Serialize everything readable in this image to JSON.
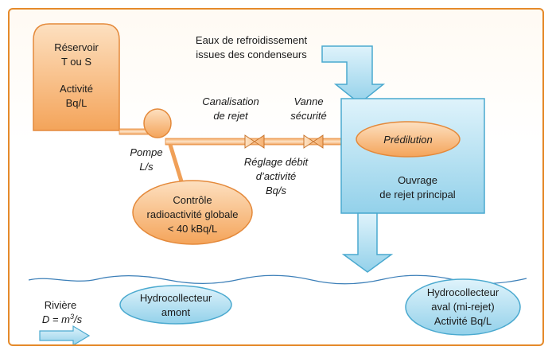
{
  "diagram": {
    "reservoir": {
      "line1": "Réservoir",
      "line2": "T ou S",
      "line3": "Activité",
      "line4": "Bq/L"
    },
    "cooling_water": {
      "line1": "Eaux de refroidissement",
      "line2": "issues des condenseurs"
    },
    "canalisation": {
      "line1": "Canalisation",
      "line2": "de rejet"
    },
    "vanne": {
      "line1": "Vanne",
      "line2": "sécurité"
    },
    "predilution": "Prédilution",
    "ouvrage": {
      "line1": "Ouvrage",
      "line2": "de rejet principal"
    },
    "pompe": {
      "line1": "Pompe",
      "line2": "L/s"
    },
    "reglage": {
      "line1": "Réglage débit",
      "line2": "d’activité",
      "line3": "Bq/s"
    },
    "controle": {
      "line1": "Contrôle",
      "line2": "radioactivité globale",
      "line3": "< 40 kBq/L"
    },
    "hydro_amont": {
      "line1": "Hydrocollecteur",
      "line2": "amont"
    },
    "hydro_aval": {
      "line1": "Hydrocollecteur",
      "line2": "aval (mi-rejet)",
      "line3": "Activité  Bq/L"
    },
    "riviere": {
      "line1": "Rivière",
      "line2_prefix": "D = m",
      "line2_sup": "3",
      "line2_suffix": "/s"
    }
  },
  "colors": {
    "frame_border": "#e58a2a",
    "orange_fill": "#f6b574",
    "orange_stroke": "#e4893a",
    "blue_fill": "#a8dcef",
    "blue_stroke": "#4aa9cf",
    "water_line": "#3c7fb8"
  }
}
